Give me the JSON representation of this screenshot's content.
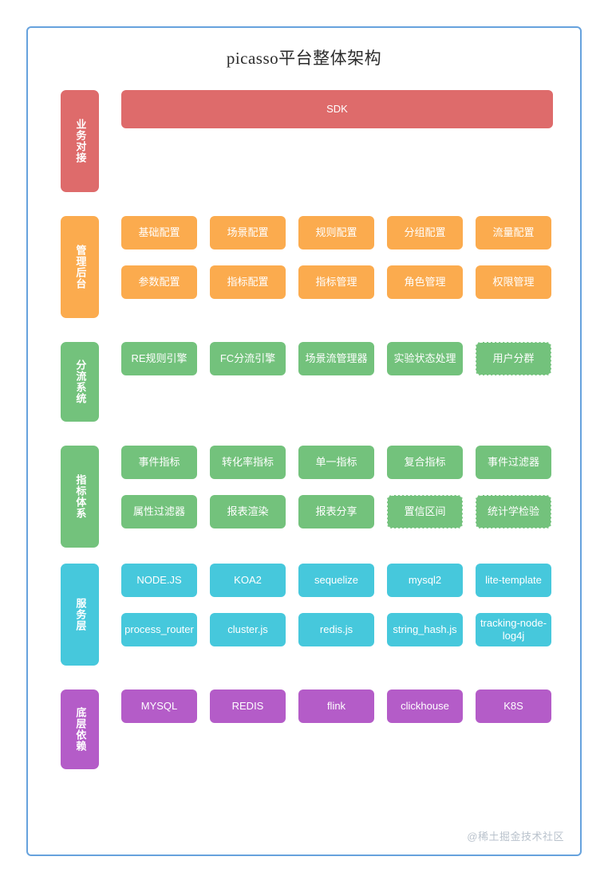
{
  "title": "picasso平台整体架构",
  "accents": {
    "business": "#de6b6b",
    "admin": "#fbab4e",
    "split": "#73c27c",
    "metric": "#73c27c",
    "service": "#46c8dc",
    "infra": "#b45cc8",
    "frame_border": "#66a2dd",
    "watermark": "#b9c2cc"
  },
  "watermark": "@稀土掘金技术社区",
  "layers": [
    {
      "id": "business",
      "label": "业务对接",
      "rows": [
        [
          {
            "label": "SDK",
            "style": "solid",
            "wide": true
          }
        ]
      ]
    },
    {
      "id": "admin",
      "label": "管理后台",
      "rows": [
        [
          {
            "label": "基础配置",
            "style": "solid"
          },
          {
            "label": "场景配置",
            "style": "solid"
          },
          {
            "label": "规则配置",
            "style": "solid"
          },
          {
            "label": "分组配置",
            "style": "solid"
          },
          {
            "label": "流量配置",
            "style": "solid"
          }
        ],
        [
          {
            "label": "参数配置",
            "style": "solid"
          },
          {
            "label": "指标配置",
            "style": "solid"
          },
          {
            "label": "指标管理",
            "style": "solid"
          },
          {
            "label": "角色管理",
            "style": "solid"
          },
          {
            "label": "权限管理",
            "style": "solid"
          }
        ]
      ]
    },
    {
      "id": "split",
      "label": "分流系统",
      "rows": [
        [
          {
            "label": "RE规则引擎",
            "style": "solid"
          },
          {
            "label": "FC分流引擎",
            "style": "solid"
          },
          {
            "label": "场景流管理器",
            "style": "solid"
          },
          {
            "label": "实验状态处理",
            "style": "solid"
          },
          {
            "label": "用户分群",
            "style": "dashed"
          }
        ]
      ]
    },
    {
      "id": "metric",
      "label": "指标体系",
      "rows": [
        [
          {
            "label": "事件指标",
            "style": "solid"
          },
          {
            "label": "转化率指标",
            "style": "solid"
          },
          {
            "label": "单一指标",
            "style": "solid"
          },
          {
            "label": "复合指标",
            "style": "solid"
          },
          {
            "label": "事件过滤器",
            "style": "solid"
          }
        ],
        [
          {
            "label": "属性过滤器",
            "style": "solid"
          },
          {
            "label": "报表渲染",
            "style": "solid"
          },
          {
            "label": "报表分享",
            "style": "solid"
          },
          {
            "label": "置信区间",
            "style": "dashed"
          },
          {
            "label": "统计学检验",
            "style": "dashed"
          }
        ]
      ]
    },
    {
      "id": "service",
      "label": "服务层",
      "rows": [
        [
          {
            "label": "NODE.JS",
            "style": "solid"
          },
          {
            "label": "KOA2",
            "style": "solid"
          },
          {
            "label": "sequelize",
            "style": "solid"
          },
          {
            "label": "mysql2",
            "style": "solid"
          },
          {
            "label": "lite-template",
            "style": "solid"
          }
        ],
        [
          {
            "label": "process_router",
            "style": "solid"
          },
          {
            "label": "cluster.js",
            "style": "solid"
          },
          {
            "label": "redis.js",
            "style": "solid"
          },
          {
            "label": "string_hash.js",
            "style": "solid"
          },
          {
            "label": "tracking-node-log4j",
            "style": "solid"
          }
        ]
      ]
    },
    {
      "id": "infra",
      "label": "底层依赖",
      "rows": [
        [
          {
            "label": "MYSQL",
            "style": "solid"
          },
          {
            "label": "REDIS",
            "style": "solid"
          },
          {
            "label": "flink",
            "style": "solid"
          },
          {
            "label": "clickhouse",
            "style": "solid"
          },
          {
            "label": "K8S",
            "style": "solid"
          }
        ]
      ]
    }
  ]
}
